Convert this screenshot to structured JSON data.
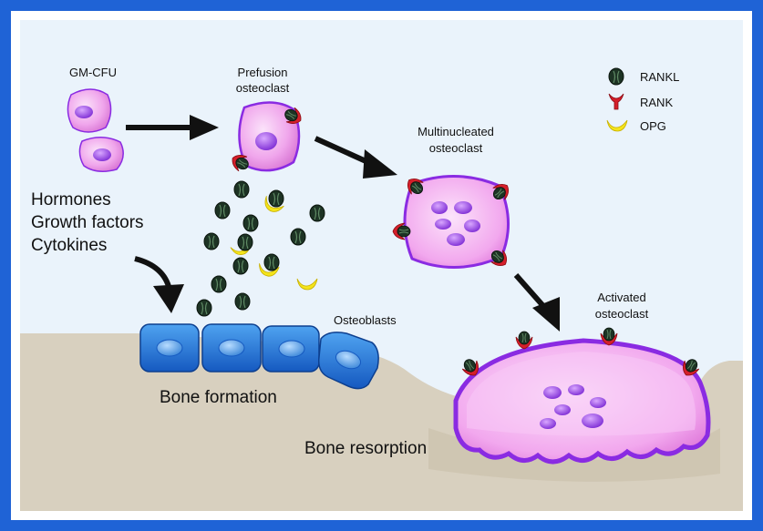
{
  "labels": {
    "gmcfu": "GM-CFU",
    "prefusion_line1": "Prefusion",
    "prefusion_line2": "osteoclast",
    "multinucleated_line1": "Multinucleated",
    "multinucleated_line2": "osteoclast",
    "activated_line1": "Activated",
    "activated_line2": "osteoclast",
    "factors": [
      "Hormones",
      "Growth factors",
      "Cytokines"
    ],
    "osteoblasts": "Osteoblasts",
    "bone_formation": "Bone formation",
    "bone_resorption": "Bone resorption"
  },
  "legend": [
    {
      "label": "RANKL",
      "icon": "rankl-icon",
      "color": "#1f3a24"
    },
    {
      "label": "RANK",
      "icon": "rank-icon",
      "color": "#d41f2a"
    },
    {
      "label": "OPG",
      "icon": "opg-icon",
      "color": "#f2e21a"
    }
  ],
  "colors": {
    "frame": "#1f63d6",
    "background": "#eaf3fb",
    "bone": "#d8d0bf",
    "osteoclast_fill": "#f0a6ec",
    "osteoclast_edge": "#8a2be2",
    "osteoblast": "#2a7fdc"
  }
}
